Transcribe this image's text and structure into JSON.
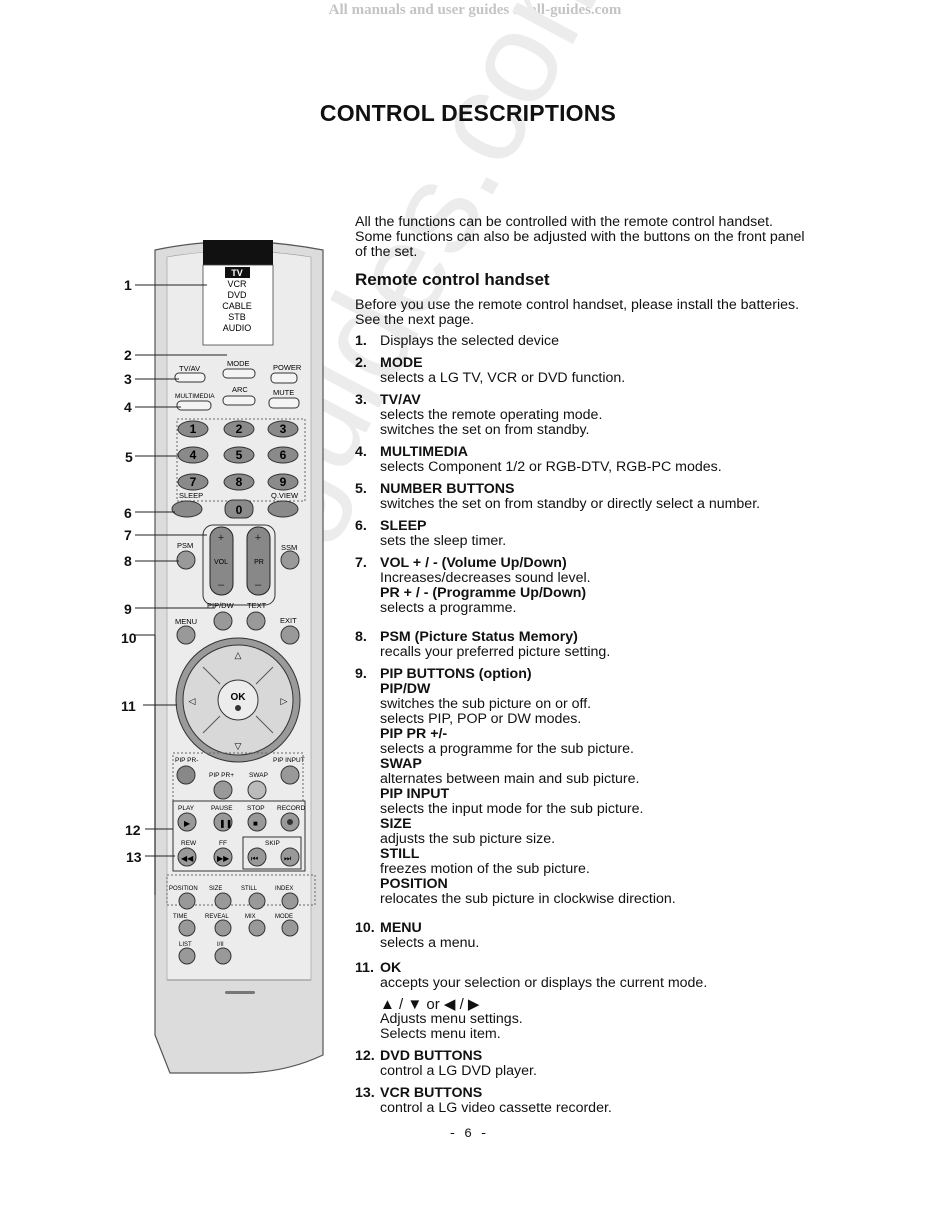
{
  "banner": "All manuals and user guides at all-guides.com",
  "title": "CONTROL DESCRIPTIONS",
  "watermark": "all-guides.com",
  "intro": "All the functions can be controlled with the remote control handset. Some functions can also be adjusted with the buttons on the front panel of the set.",
  "section_title": "Remote control handset",
  "before_text": "Before you use the remote control handset, please install the batteries. See the next page.",
  "items": [
    {
      "num": "1.",
      "title": "",
      "lines": [
        "Displays the selected device"
      ]
    },
    {
      "num": "2.",
      "title": "MODE",
      "lines": [
        "selects a LG TV, VCR or DVD function."
      ]
    },
    {
      "num": "3.",
      "title": "TV/AV",
      "lines": [
        "selects the remote operating mode.",
        "switches the set on from standby."
      ]
    },
    {
      "num": "4.",
      "title": "MULTIMEDIA",
      "lines": [
        "selects Component 1/2 or RGB-DTV, RGB-PC modes."
      ]
    },
    {
      "num": "5.",
      "title": "NUMBER BUTTONS",
      "lines": [
        "switches the set on from standby or directly select a number."
      ]
    },
    {
      "num": "6.",
      "title": "SLEEP",
      "lines": [
        "sets the sleep timer."
      ]
    },
    {
      "num": "7.",
      "title": "VOL + / -  (Volume Up/Down)",
      "lines": [
        "Increases/decreases sound level."
      ],
      "title2": "PR + / -  (Programme Up/Down)",
      "lines2": [
        "selects a programme."
      ]
    },
    {
      "num": "8.",
      "title": "PSM (Picture Status Memory)",
      "lines": [
        "recalls your preferred picture setting."
      ]
    },
    {
      "num": "9.",
      "title": "PIP BUTTONS (option)",
      "sub": [
        {
          "title": "PIP/DW",
          "lines": [
            "switches the sub picture on or off.",
            "selects PIP, POP or DW modes."
          ]
        },
        {
          "title": "PIP PR +/-",
          "lines": [
            "selects a programme for the sub picture."
          ]
        },
        {
          "title": "SWAP",
          "lines": [
            "alternates between main and sub picture."
          ]
        },
        {
          "title": "PIP INPUT",
          "lines": [
            "selects the input mode for the sub picture."
          ]
        },
        {
          "title": "SIZE",
          "lines": [
            "adjusts the sub picture size."
          ]
        },
        {
          "title": "STILL",
          "lines": [
            "freezes motion of the sub picture."
          ]
        },
        {
          "title": "POSITION",
          "lines": [
            "relocates the sub picture in clockwise direction."
          ]
        }
      ]
    },
    {
      "num": "10.",
      "title": "MENU",
      "lines": [
        "selects a menu."
      ]
    },
    {
      "num": "11.",
      "title": "OK",
      "lines": [
        "accepts your selection or displays the current mode."
      ],
      "arrows": "▲ / ▼  or ◀ / ▶",
      "lines2": [
        "Adjusts menu settings.",
        "Selects menu item."
      ]
    },
    {
      "num": "12.",
      "title": "DVD BUTTONS",
      "lines": [
        "control a LG DVD player."
      ]
    },
    {
      "num": "13.",
      "title": "VCR BUTTONS",
      "lines": [
        "control a LG video cassette recorder."
      ]
    }
  ],
  "remote": {
    "callouts": [
      "1",
      "2",
      "3",
      "4",
      "5",
      "6",
      "7",
      "8",
      "9",
      "10",
      "11",
      "12",
      "13"
    ],
    "devices": [
      "TV",
      "VCR",
      "DVD",
      "CABLE",
      "STB",
      "AUDIO"
    ],
    "top_buttons": {
      "tvav": "TV/AV",
      "mode": "MODE",
      "power": "POWER",
      "multimedia": "MULTIMEDIA",
      "arc": "ARC",
      "mute": "MUTE"
    },
    "numbers": [
      "1",
      "2",
      "3",
      "4",
      "5",
      "6",
      "7",
      "8",
      "9",
      "0"
    ],
    "sleep": "SLEEP",
    "qview": "Q.VIEW",
    "psm": "PSM",
    "ssm": "SSM",
    "vol": "VOL",
    "pr": "PR",
    "pipdw": "PIP/DW",
    "text": "TEXT",
    "menu": "MENU",
    "exit": "EXIT",
    "ok": "OK",
    "pippr": "PIP PR-",
    "pippr2": "PIP PR+",
    "swap": "SWAP",
    "pipinput": "PIP INPUT",
    "play": "PLAY",
    "pause": "PAUSE",
    "stop": "STOP",
    "record": "RECORD",
    "rew": "REW",
    "ff": "FF",
    "skip": "SKIP",
    "position": "POSITION",
    "size": "SIZE",
    "still": "STILL",
    "index": "INDEX",
    "time": "TIME",
    "reveal": "REVEAL",
    "mix": "MIX",
    "modebtn": "MODE",
    "list": "LIST",
    "iii": "I/II"
  },
  "page_number": "- 6 -"
}
